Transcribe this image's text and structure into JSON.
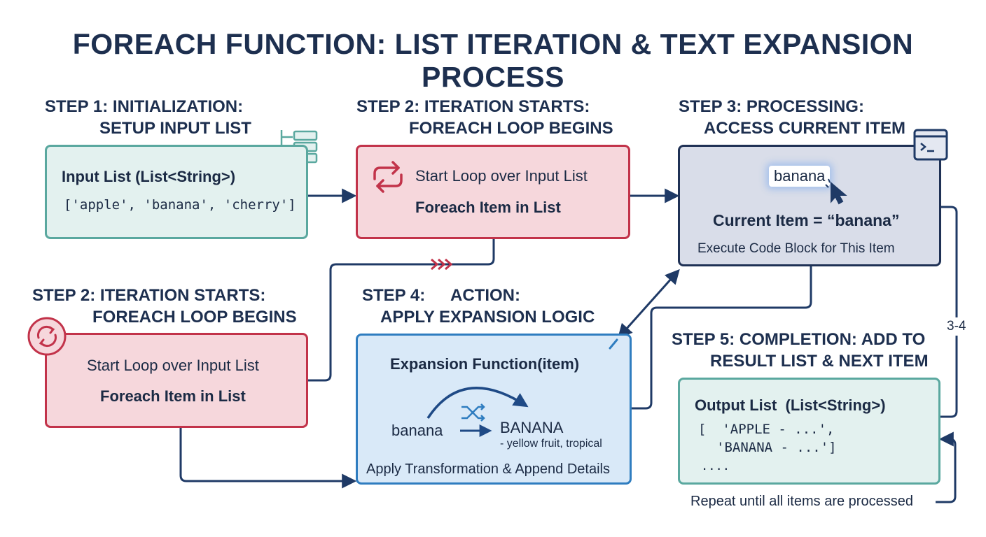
{
  "title": "FOREACH FUNCTION: LIST ITERATION & TEXT EXPANSION PROCESS",
  "step1": {
    "heading_line1": "STEP 1: INITIALIZATION:",
    "heading_line2": "SETUP INPUT LIST",
    "box_title": "Input List (List<String>)",
    "box_value": "['apple', 'banana', 'cherry']"
  },
  "step2": {
    "heading_line1": "STEP 2: ITERATION STARTS:",
    "heading_line2": "FOREACH LOOP BEGINS",
    "box_line1": "Start Loop over Input List",
    "box_line2": "Foreach Item in List"
  },
  "step2_repeat": {
    "heading_line1": "STEP 2: ITERATION STARTS:",
    "heading_line2": "FOREACH LOOP BEGINS",
    "box_line1": "Start Loop over Input List",
    "box_line2": "Foreach Item in List"
  },
  "step3": {
    "heading_line1": "STEP 3: PROCESSING:",
    "heading_line2": "ACCESS CURRENT ITEM",
    "highlight": "banana",
    "box_title": "Current Item = “banana”",
    "box_sub": "Execute Code Block for This Item"
  },
  "step4": {
    "heading_line1a": "STEP 4:",
    "heading_line1b": "ACTION:",
    "heading_line2": "APPLY EXPANSION LOGIC",
    "box_title": "Expansion Function(item)",
    "input_word": "banana",
    "output_word": "BANANA",
    "output_detail": "- yellow fruit, tropical",
    "box_footer": "Apply Transformation & Append Details"
  },
  "step5": {
    "heading_line1": "STEP 5: COMPLETION: ADD TO",
    "heading_line2": "RESULT LIST & NEXT ITEM",
    "box_title": "Output List  (List<String>)",
    "code_line1": "[  'APPLE - ...',",
    "code_line2": "'BANANA - ...']",
    "code_line3": "...."
  },
  "loop_label": "3-4",
  "repeat_note": "Repeat until all items are processed",
  "colors": {
    "navy": "#1d2f4f",
    "teal": "#5aa89f",
    "red": "#c2334a",
    "blue": "#2f7dc0",
    "arrow": "#1f3a66"
  }
}
